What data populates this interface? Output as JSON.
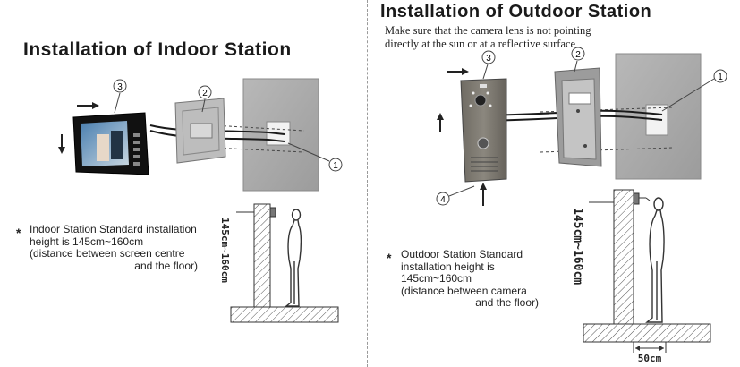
{
  "indoor": {
    "title": "Installation of Indoor Station",
    "standard_lines": [
      "Indoor Station Standard installation",
      "height is 145cm~160cm",
      "(distance between screen centre",
      "and the floor)"
    ],
    "height_label": "145cm~160cm",
    "callouts": [
      "1",
      "2",
      "3"
    ]
  },
  "outdoor": {
    "title": "Installation of Outdoor Station",
    "note_lines": [
      "Make sure that the camera lens is not pointing",
      "directly at the sun or at a reflective surface"
    ],
    "standard_lines": [
      "Outdoor Station Standard",
      "installation height is",
      "145cm~160cm",
      "(distance between camera",
      "and the floor)"
    ],
    "height_label": "145cm~160cm",
    "distance_label": "50cm",
    "callouts": [
      "1",
      "2",
      "3",
      "4"
    ]
  },
  "bullet_char": "*",
  "colors": {
    "wall": "#a9a9a9",
    "wall_stroke": "#8a8a8a",
    "device_body": "#111111",
    "outdoor_body": "#7d7a72",
    "bracket": "#b5b5b5",
    "hatch": "#555555"
  }
}
